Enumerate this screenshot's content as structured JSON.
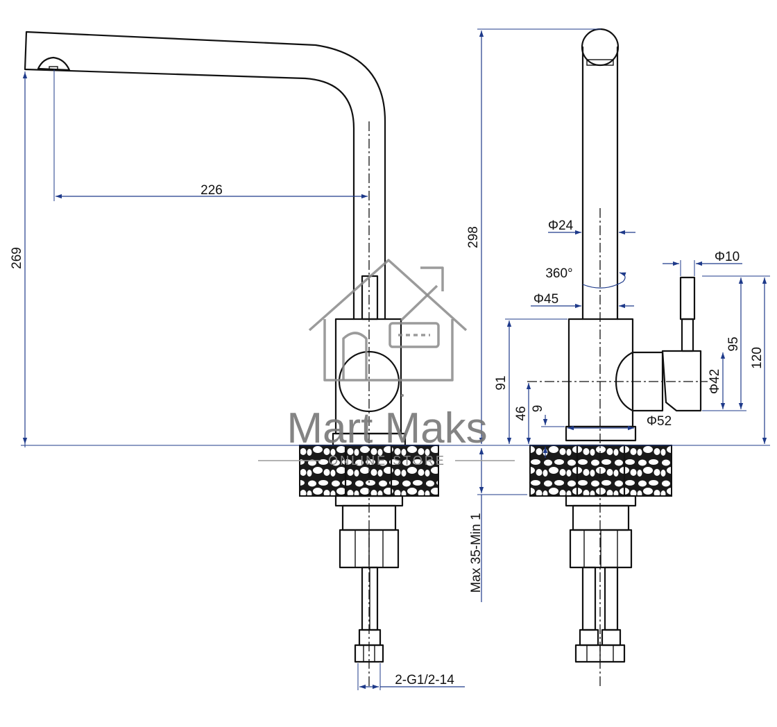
{
  "drawing": {
    "dimensions": {
      "spout_reach": "226",
      "height_left": "269",
      "height_total": "298",
      "spout_diameter": "Φ24",
      "rotation": "360°",
      "body_diameter": "Φ45",
      "lever_diameter": "Φ10",
      "lever_height_95": "95",
      "lever_height_120": "120",
      "body_height_91": "91",
      "outlet_height_46": "46",
      "clearance_9": "9",
      "handle_diameter": "Φ42",
      "base_diameter": "Φ52",
      "countertop": "Max 35-Min 1",
      "hose_thread": "2-G1/2-14"
    },
    "watermark": {
      "brand": "Mart Maks",
      "tagline": "ONLINE STORE",
      "icon": "house-shop-icon"
    },
    "colors": {
      "outline": "#111111",
      "dimension": "#1e3a8a",
      "watermark": "#8a8a8a"
    }
  }
}
